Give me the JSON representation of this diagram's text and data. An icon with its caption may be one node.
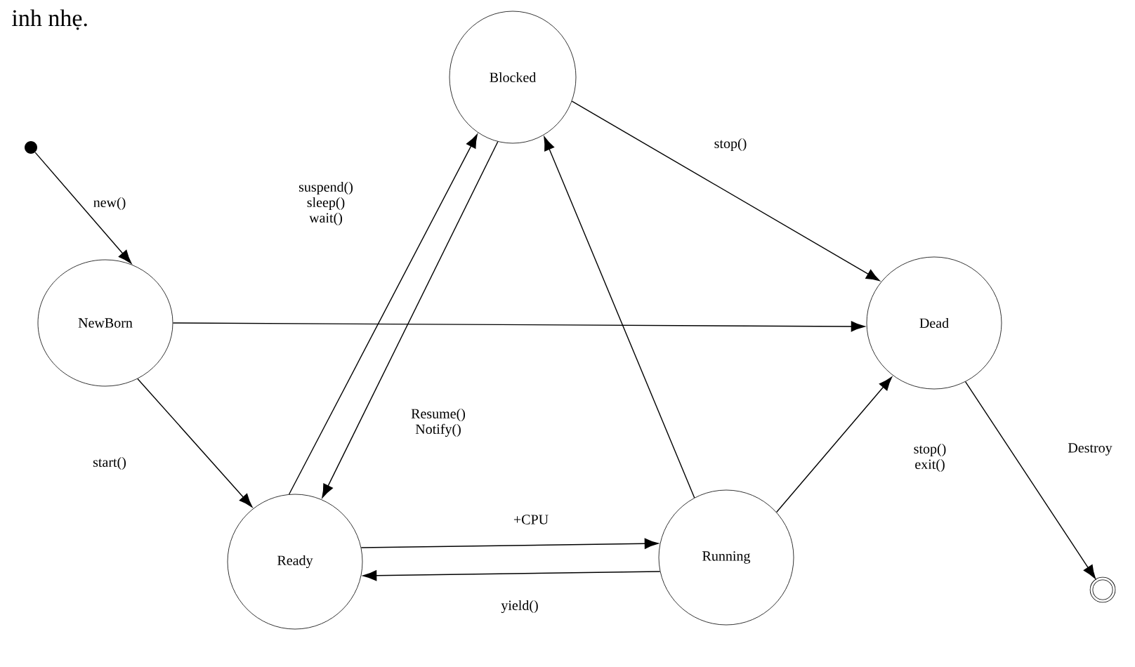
{
  "diagram": {
    "nodes": [
      {
        "text": [],
        "shape": "circle"
      },
      {
        "text": [
          "Blocked"
        ]
      },
      {
        "text": [
          "NewBorn"
        ]
      },
      {
        "text": [
          "Dead"
        ]
      },
      {
        "text": [
          "Ready"
        ]
      },
      {
        "text": [
          "Running"
        ]
      },
      {
        "text": [],
        "shape": "circle"
      }
    ],
    "edges": [
      {
        "from": 0,
        "to": 2,
        "arrow": "to",
        "label": "new()"
      },
      {
        "from": 2,
        "to": 3,
        "arrow": "to"
      },
      {
        "from": 2,
        "to": 4,
        "arrow": "to",
        "label": "start()"
      },
      {
        "from": 4,
        "to": 1,
        "arrow": "to",
        "label": "suspend() sleep() wait()"
      },
      {
        "from": 1,
        "to": 4,
        "arrow": "to",
        "label": "Resume() Notify()"
      },
      {
        "from": 1,
        "to": 3,
        "arrow": "to",
        "label": "stop()"
      },
      {
        "from": 4,
        "to": 5,
        "arrow": "to",
        "label": "+CPU"
      },
      {
        "from": 5,
        "to": 4,
        "arrow": "to",
        "label": "yield()"
      },
      {
        "from": 5,
        "to": 1,
        "arrow": "to"
      },
      {
        "from": 5,
        "to": 3,
        "arrow": "to",
        "label": "stop() exit()"
      },
      {
        "from": 3,
        "to": 6,
        "arrow": "to",
        "label": "Destroy"
      }
    ],
    "labels": [
      "inh nhẹ."
    ]
  }
}
